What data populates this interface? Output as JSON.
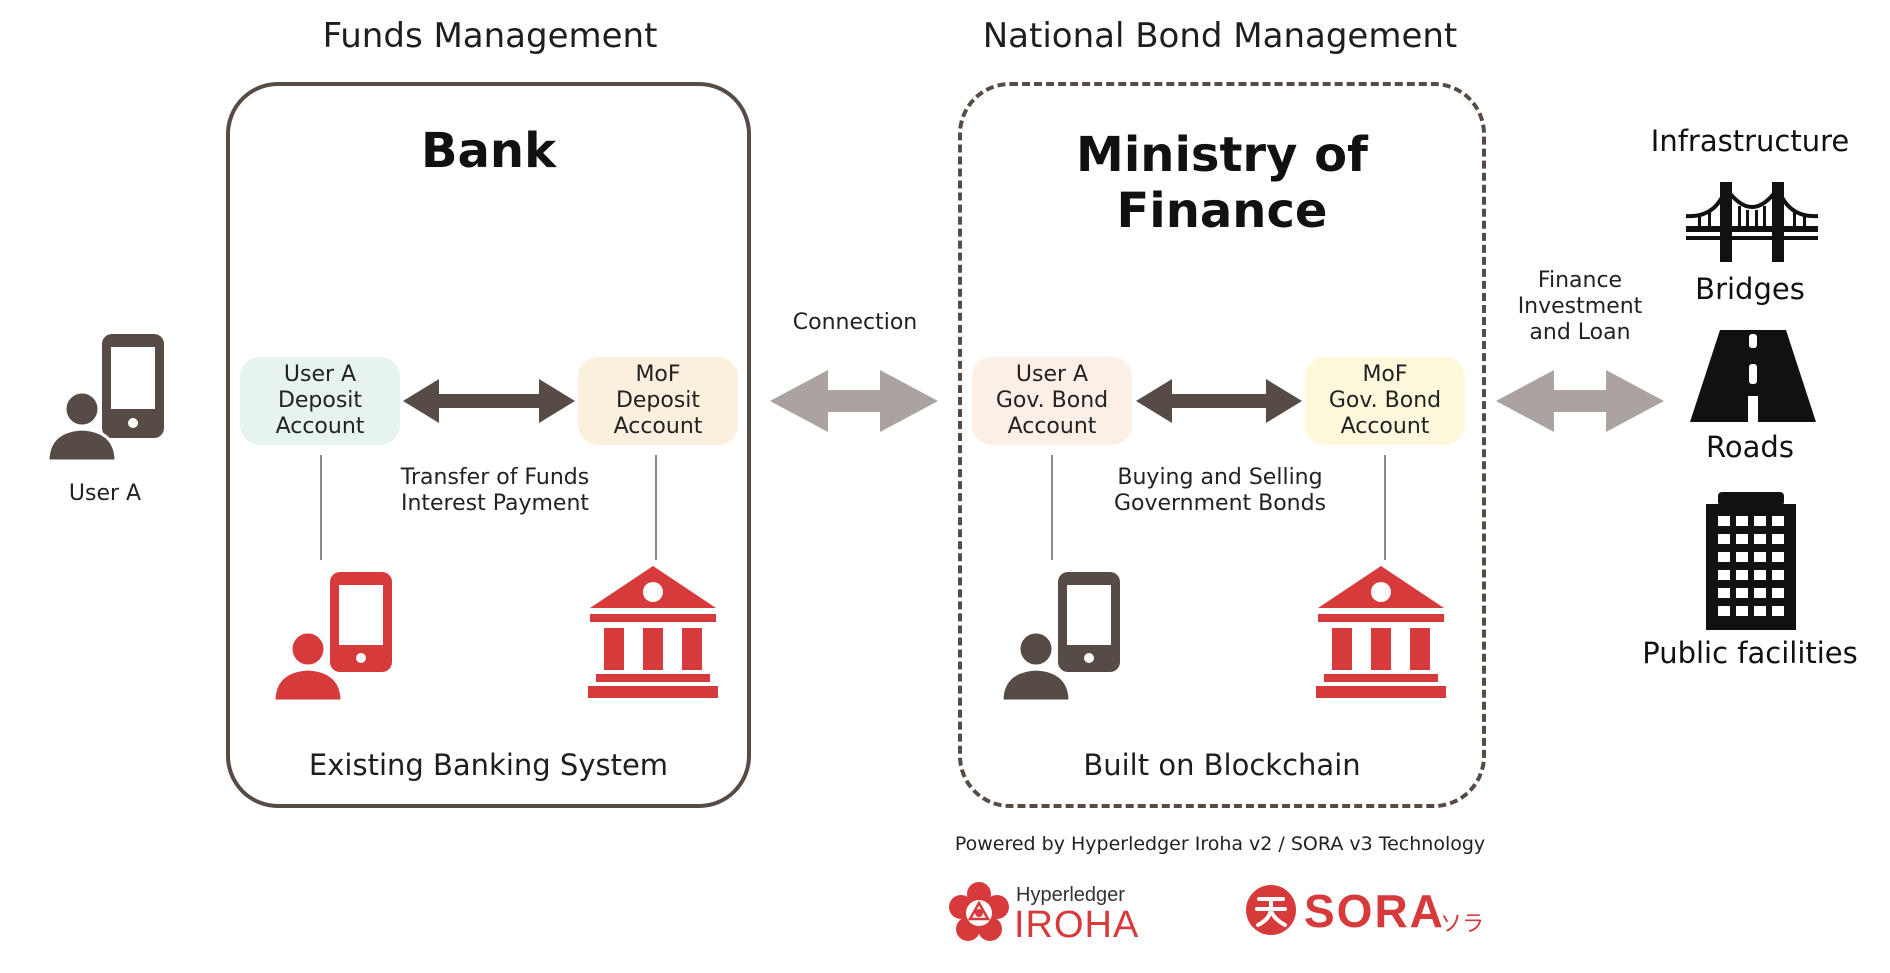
{
  "sections": {
    "funds_title": "Funds Management",
    "bond_title": "National Bond Management"
  },
  "user_a": {
    "label": "User A"
  },
  "bank": {
    "title": "Bank",
    "deposit_account": [
      "User A",
      "Deposit",
      "Account"
    ],
    "mof_deposit_account": [
      "MoF",
      "Deposit",
      "Account"
    ],
    "transfer_label": [
      "Transfer of Funds",
      "Interest Payment"
    ],
    "footer": "Existing Banking System"
  },
  "connection": {
    "label": "Connection"
  },
  "ministry": {
    "title": [
      "Ministry of",
      "Finance"
    ],
    "bond_account": [
      "User A",
      "Gov. Bond",
      "Account"
    ],
    "mof_bond_account": [
      "MoF",
      "Gov. Bond",
      "Account"
    ],
    "trade_label": [
      "Buying and Selling",
      "Government Bonds"
    ],
    "footer": "Built on Blockchain"
  },
  "finance_label": [
    "Finance",
    "Investment",
    "and Loan"
  ],
  "infrastructure": {
    "title": "Infrastructure",
    "bridges": "Bridges",
    "roads": "Roads",
    "public": "Public facilities"
  },
  "powered_by": "Powered by Hyperledger Iroha v2 / SORA v3 Technology",
  "logos": {
    "hyperledger": "Hyperledger",
    "iroha": "IROHA",
    "sora": "SORA",
    "sora_kana": "ソラ"
  },
  "colors": {
    "frame": "#574b45",
    "arrow_dark": "#574b45",
    "arrow_light": "#aaa3a0",
    "red": "#d63a3a",
    "pill_green": "#e6f3ee",
    "pill_peach": "#fbf0de",
    "pill_rose": "#fbefe6",
    "pill_yellow": "#fdf8dc"
  }
}
